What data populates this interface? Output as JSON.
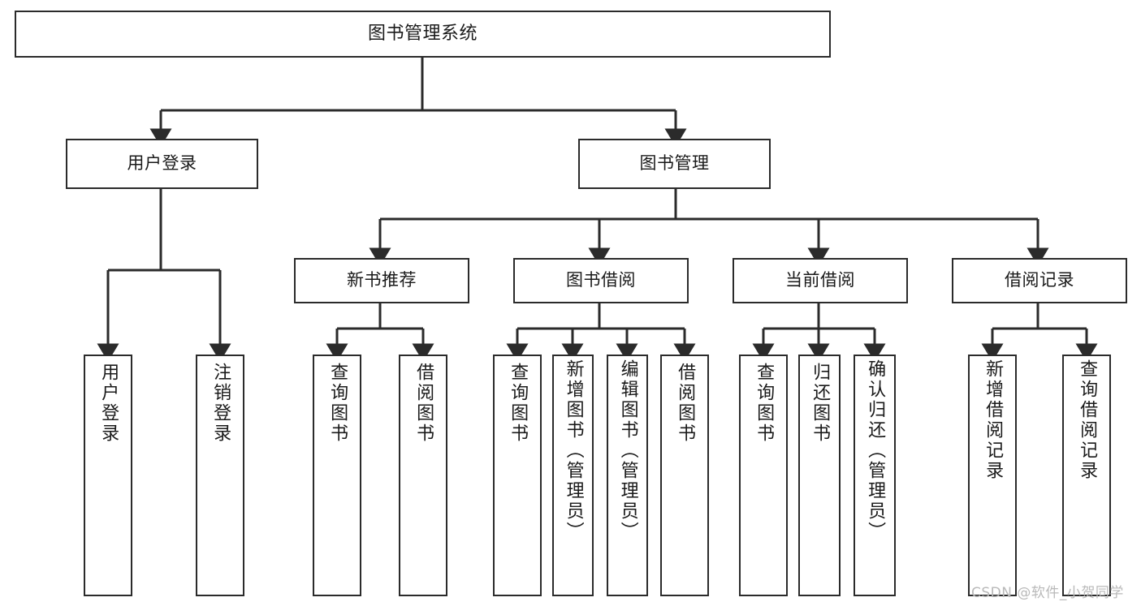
{
  "diagram": {
    "title": "图书管理系统",
    "type": "tree-hierarchy-chart",
    "colors": {
      "box_border": "#2b2b2b",
      "box_fill": "#ffffff",
      "edge": "#2b2b2b",
      "background": "#ffffff",
      "watermark": "#b9b9b9"
    },
    "root": {
      "id": "root",
      "label": "图书管理系统"
    },
    "level1": [
      {
        "id": "user-login",
        "label": "用户登录"
      },
      {
        "id": "book-management",
        "label": "图书管理"
      }
    ],
    "level2": [
      {
        "id": "new-book-recommend",
        "label": "新书推荐",
        "parent": "book-management"
      },
      {
        "id": "book-borrow",
        "label": "图书借阅",
        "parent": "book-management"
      },
      {
        "id": "current-borrow",
        "label": "当前借阅",
        "parent": "book-management"
      },
      {
        "id": "borrow-record",
        "label": "借阅记录",
        "parent": "book-management"
      }
    ],
    "leaves": [
      {
        "id": "leaf-user-login",
        "label": "用户登录",
        "parent": "user-login"
      },
      {
        "id": "leaf-logout-login",
        "label": "注销登录",
        "parent": "user-login"
      },
      {
        "id": "leaf-query-book-1",
        "label": "查询图书",
        "parent": "new-book-recommend"
      },
      {
        "id": "leaf-borrow-book-1",
        "label": "借阅图书",
        "parent": "new-book-recommend"
      },
      {
        "id": "leaf-query-book-2",
        "label": "查询图书",
        "parent": "book-borrow"
      },
      {
        "id": "leaf-add-book",
        "label": "新增图书（管理员）",
        "parent": "book-borrow"
      },
      {
        "id": "leaf-edit-book",
        "label": "编辑图书（管理员）",
        "parent": "book-borrow"
      },
      {
        "id": "leaf-borrow-book-2",
        "label": "借阅图书",
        "parent": "book-borrow"
      },
      {
        "id": "leaf-query-book-3",
        "label": "查询图书",
        "parent": "current-borrow"
      },
      {
        "id": "leaf-return-book",
        "label": "归还图书",
        "parent": "current-borrow"
      },
      {
        "id": "leaf-confirm-return",
        "label": "确认归还（管理员）",
        "parent": "current-borrow"
      },
      {
        "id": "leaf-add-record",
        "label": "新增借阅记录",
        "parent": "borrow-record"
      },
      {
        "id": "leaf-query-record",
        "label": "查询借阅记录",
        "parent": "borrow-record"
      }
    ]
  },
  "watermark": {
    "text": "CSDN @软件_小贺同学"
  }
}
